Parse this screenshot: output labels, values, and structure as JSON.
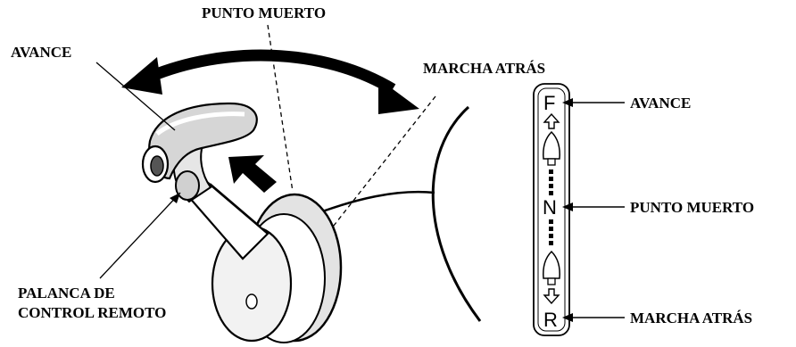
{
  "labels": {
    "top_neutral": "PUNTO MUERTO",
    "left_forward": "AVANCE",
    "top_reverse": "MARCHA ATRÁS",
    "lever_line1": "PALANCA DE",
    "lever_line2": "CONTROL REMOTO",
    "indicator_forward": "AVANCE",
    "indicator_neutral": "PUNTO MUERTO",
    "indicator_reverse": "MARCHA ATRÁS"
  },
  "indicator_letters": {
    "forward": "F",
    "neutral": "N",
    "reverse": "R"
  },
  "icons": [
    "curved-double-arrow-icon",
    "push-arrow-icon",
    "up-arrow-icon",
    "down-arrow-icon",
    "boat-forward-icon",
    "boat-reverse-icon"
  ]
}
